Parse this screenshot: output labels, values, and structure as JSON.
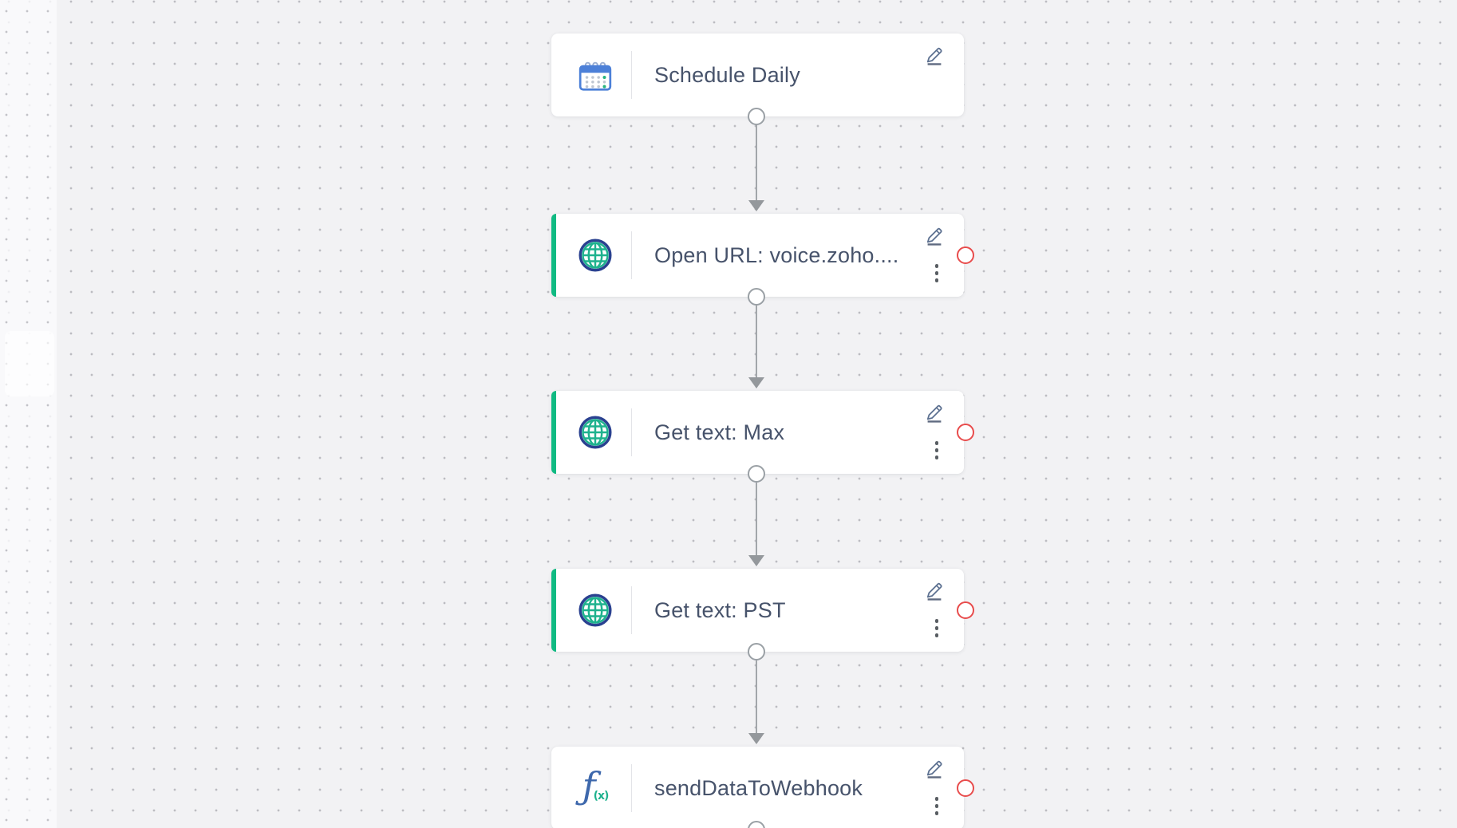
{
  "app": {
    "view": "workflow-builder-canvas"
  },
  "canvas": {
    "background": "#f2f2f4",
    "dot_color": "#bcbcc1",
    "connector_color": "#9aa0a5",
    "accent_green": "#10ba82",
    "error_red": "#e84c4c",
    "label_color": "#47536b"
  },
  "nodes": [
    {
      "label": "Schedule Daily",
      "icon": "calendar-icon",
      "accent_bar": false,
      "has_edit": true,
      "has_menu": false,
      "has_error_badge": false
    },
    {
      "label": "Open URL: voice.zoho....",
      "icon": "globe-icon",
      "accent_bar": true,
      "has_edit": true,
      "has_menu": true,
      "has_error_badge": true
    },
    {
      "label": "Get text: Max",
      "icon": "globe-icon",
      "accent_bar": true,
      "has_edit": true,
      "has_menu": true,
      "has_error_badge": true
    },
    {
      "label": "Get text: PST",
      "icon": "globe-icon",
      "accent_bar": true,
      "has_edit": true,
      "has_menu": true,
      "has_error_badge": true
    },
    {
      "label": "sendDataToWebhook",
      "icon": "function-icon",
      "accent_bar": false,
      "has_edit": true,
      "has_menu": true,
      "has_error_badge": true
    }
  ]
}
